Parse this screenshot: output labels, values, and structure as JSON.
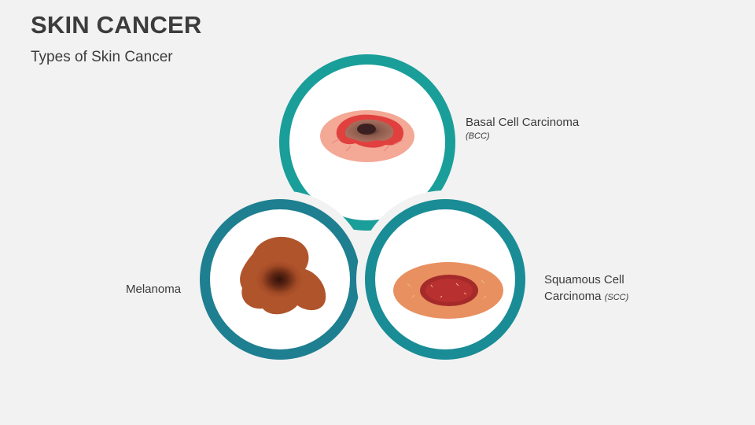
{
  "header": {
    "title": "SKIN CANCER",
    "subtitle": "Types of Skin Cancer"
  },
  "types": [
    {
      "name": "Basal Cell Carcinoma",
      "abbr": "(BCC)"
    },
    {
      "name": "Melanoma"
    },
    {
      "name_line1": "Squamous Cell",
      "name_line2": "Carcinoma",
      "abbr": "(SCC)"
    }
  ],
  "colors": {
    "background": "#f2f2f2",
    "ring_bcc": "#1a9e9a",
    "ring_melanoma": "#1e7f90",
    "ring_scc": "#1a8c95",
    "lesion_melanoma": "#b0542c",
    "lesion_scc_outer": "#e89060",
    "lesion_scc_inner": "#a52a2a",
    "lesion_bcc_outer": "#f4a896",
    "lesion_bcc_inner": "#e0403e"
  }
}
